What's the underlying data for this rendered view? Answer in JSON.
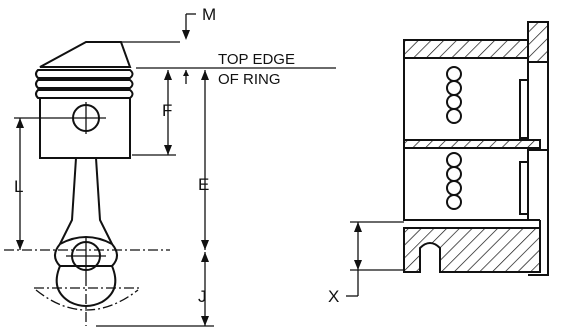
{
  "labels": {
    "m": "M",
    "top_edge_line1": "TOP EDGE",
    "top_edge_line2": "OF RING",
    "f": "F",
    "e": "E",
    "l": "L",
    "j": "J",
    "x": "X"
  }
}
